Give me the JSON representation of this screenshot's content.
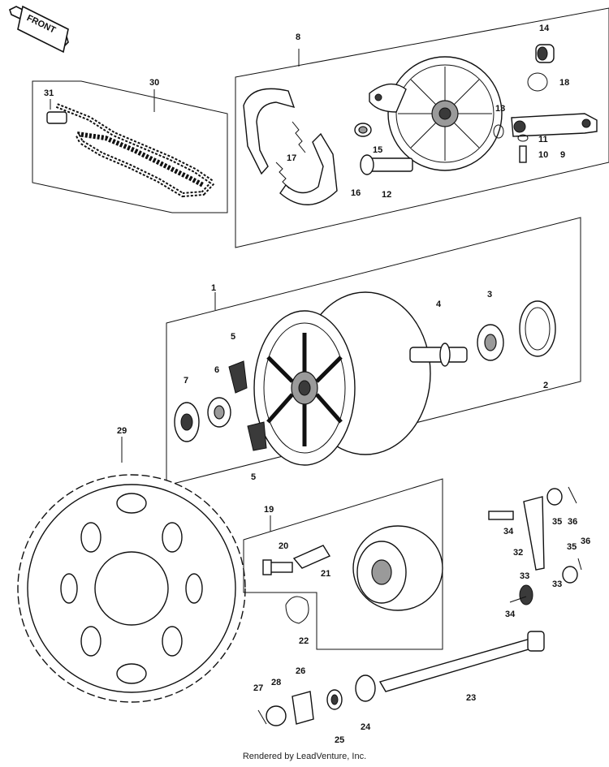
{
  "front_badge": "FRONT",
  "footer": "Rendered by LeadVenture, Inc.",
  "callouts": [
    "1",
    "2",
    "3",
    "4",
    "5",
    "5",
    "6",
    "7",
    "8",
    "9",
    "10",
    "11",
    "12",
    "13",
    "14",
    "15",
    "16",
    "17",
    "18",
    "19",
    "20",
    "21",
    "22",
    "23",
    "24",
    "25",
    "26",
    "27",
    "28",
    "29",
    "30",
    "31",
    "32",
    "33",
    "33",
    "34",
    "34",
    "35",
    "35",
    "36",
    "36"
  ]
}
